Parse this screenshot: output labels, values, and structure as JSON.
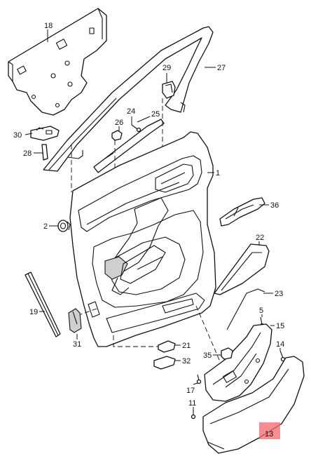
{
  "diagram": {
    "callouts": [
      {
        "id": "c18",
        "text": "18"
      },
      {
        "id": "c27",
        "text": "27"
      },
      {
        "id": "c29",
        "text": "29"
      },
      {
        "id": "c24",
        "text": "24"
      },
      {
        "id": "c25",
        "text": "25"
      },
      {
        "id": "c26",
        "text": "26"
      },
      {
        "id": "c30",
        "text": "30"
      },
      {
        "id": "c28",
        "text": "28"
      },
      {
        "id": "c1",
        "text": "1"
      },
      {
        "id": "c36",
        "text": "36"
      },
      {
        "id": "c2",
        "text": "2"
      },
      {
        "id": "c22",
        "text": "22"
      },
      {
        "id": "c23",
        "text": "23"
      },
      {
        "id": "c19",
        "text": "19"
      },
      {
        "id": "c5",
        "text": "5"
      },
      {
        "id": "c15",
        "text": "15"
      },
      {
        "id": "c31",
        "text": "31"
      },
      {
        "id": "c21",
        "text": "21"
      },
      {
        "id": "c14",
        "text": "14"
      },
      {
        "id": "c35",
        "text": "35"
      },
      {
        "id": "c32",
        "text": "32"
      },
      {
        "id": "c17",
        "text": "17"
      },
      {
        "id": "c11",
        "text": "11"
      },
      {
        "id": "c13",
        "text": "13"
      }
    ],
    "highlight_color": "#f26a6a"
  }
}
